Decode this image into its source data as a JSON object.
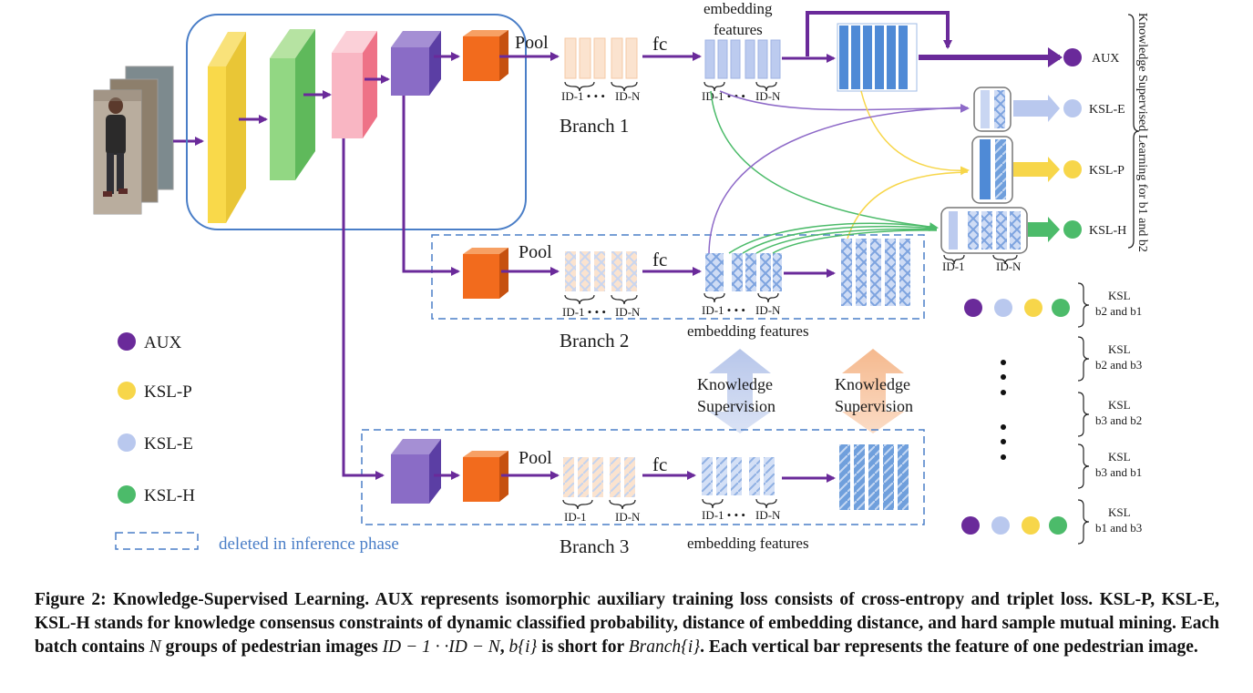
{
  "labels": {
    "pool": "Pool",
    "fc": "fc",
    "branch1": "Branch 1",
    "branch2": "Branch 2",
    "branch3": "Branch 3",
    "embedding_features": "embedding features",
    "embedding_top": "embedding",
    "features_top": "features",
    "id1_dots": "ID-1 • • •",
    "id1": "ID-1",
    "idn": "ID-N",
    "knowledge": "Knowledge",
    "supervision": "Supervision",
    "deleted_inference": "deleted in inference phase"
  },
  "outputs": {
    "aux": "AUX",
    "ksl_e": "KSL-E",
    "ksl_p": "KSL-P",
    "ksl_h": "KSL-H",
    "vertical_label": "Knowledge Supervised Learning for b1 and b2"
  },
  "legend": [
    {
      "label": "AUX",
      "color": "#6a2a9a"
    },
    {
      "label": "KSL-P",
      "color": "#f7d64a"
    },
    {
      "label": "KSL-E",
      "color": "#b9c8ee"
    },
    {
      "label": "KSL-H",
      "color": "#4cbb6a"
    }
  ],
  "ksl_pairs": [
    {
      "line1": "KSL",
      "line2": "b2 and b1"
    },
    {
      "line1": "KSL",
      "line2": "b2 and b3"
    },
    {
      "line1": "KSL",
      "line2": "b3 and b2"
    },
    {
      "line1": "KSL",
      "line2": "b3 and b1"
    },
    {
      "line1": "KSL",
      "line2": "b1 and b3"
    }
  ],
  "colors": {
    "purple": "#6a2a9a",
    "yellow": "#f7d64a",
    "light_blue": "#b9c8ee",
    "green": "#4cbb6a",
    "orange": "#f26b1d",
    "blue_box": "#4a7ec7"
  },
  "caption": {
    "figure_label": "Figure 2: Knowledge-Supervised Learning. AUX represents isomorphic auxiliary training loss consists of cross-entropy and triplet loss. KSL-P, KSL-E, KSL-H stands for knowledge consensus constraints of dynamic classified probability, distance of embedding distance, and hard sample mutual mining. Each batch contains ",
    "n": "N",
    "part2": " groups of pedestrian images ",
    "id_expr": "ID − 1 · ·ID − N",
    "part3": ", ",
    "b_expr": "b{i}",
    "part4": " is short for ",
    "branch_expr": "Branch{i}",
    "part5": ". Each vertical bar represents the feature of one pedestrian image."
  }
}
